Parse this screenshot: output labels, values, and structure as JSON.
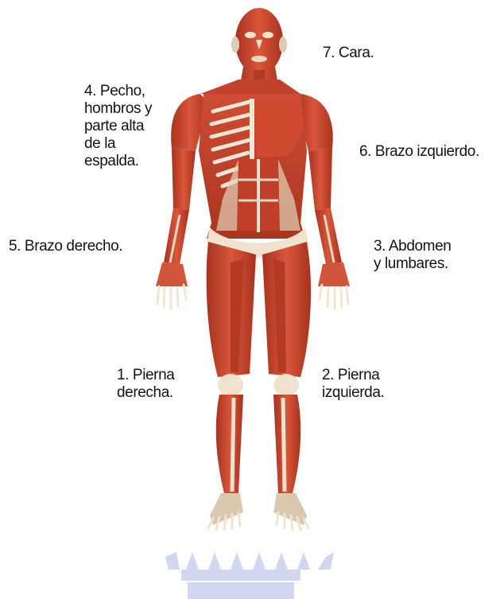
{
  "diagram": {
    "labels": {
      "face": "7. Cara.",
      "chest": "4. Pecho,\nhombros y\nparte alta\nde la\nespalda.",
      "left_arm": "6. Brazo izquierdo.",
      "right_arm": "5. Brazo derecho.",
      "abdomen": "3. Abdomen\ny lumbares.",
      "right_leg": "1. Pierna\nderecha.",
      "left_leg": "2. Pierna\nizquierda."
    },
    "colors": {
      "muscle": "#c8452e",
      "muscle_dark": "#9e2e1c",
      "muscle_light": "#e06a4d",
      "tendon": "#efe3cf",
      "watermark": "#c9cfef"
    },
    "watermark_icon": "castle-logo-watermark"
  }
}
